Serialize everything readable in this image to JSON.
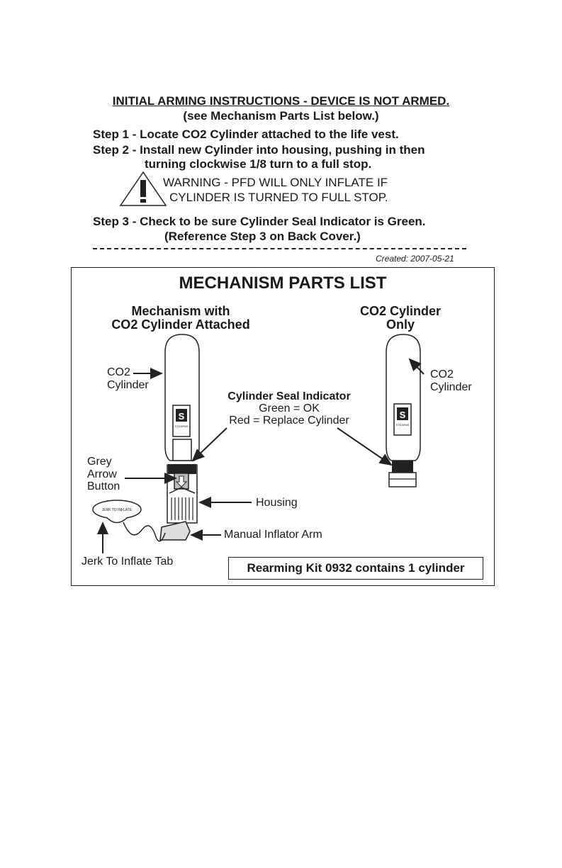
{
  "instructions": {
    "heading": "INITIAL ARMING INSTRUCTIONS - DEVICE IS NOT ARMED.",
    "subheading": "(see Mechanism Parts List below.)",
    "step1": "Step 1 - Locate CO2 Cylinder attached to the life vest.",
    "step2_line1": "Step 2 - Install new Cylinder into housing, pushing in then",
    "step2_line2": "turning clockwise 1/8 turn to a full stop.",
    "warning_line1": "WARNING - PFD WILL ONLY INFLATE IF",
    "warning_line2": "CYLINDER IS TURNED TO FULL STOP.",
    "warning_icon": "exclamation-triangle-icon",
    "step3_line1": "Step 3 - Check to be sure Cylinder Seal Indicator is Green.",
    "step3_line2": "(Reference Step 3 on Back Cover.)",
    "created": "Created: 2007-05-21"
  },
  "parts_list": {
    "title": "MECHANISM PARTS LIST",
    "left_heading_line1": "Mechanism with",
    "left_heading_line2": "CO2 Cylinder Attached",
    "right_heading_line1": "CO2 Cylinder",
    "right_heading_line2": "Only",
    "co2_left_line1": "CO2",
    "co2_left_line2": "Cylinder",
    "co2_right_line1": "CO2",
    "co2_right_line2": "Cylinder",
    "seal_title": "Cylinder Seal Indicator",
    "seal_green": "Green = OK",
    "seal_red": "Red = Replace Cylinder",
    "grey_line1": "Grey",
    "grey_line2": "Arrow",
    "grey_line3": "Button",
    "housing": "Housing",
    "manual_arm": "Manual Inflator Arm",
    "jerk_tab": "Jerk To Inflate Tab",
    "tab_text": "JERK TO INFLATE",
    "logo_mark": "S",
    "brand": "STEARNS",
    "kit": "Rearming Kit 0932 contains 1 cylinder"
  }
}
